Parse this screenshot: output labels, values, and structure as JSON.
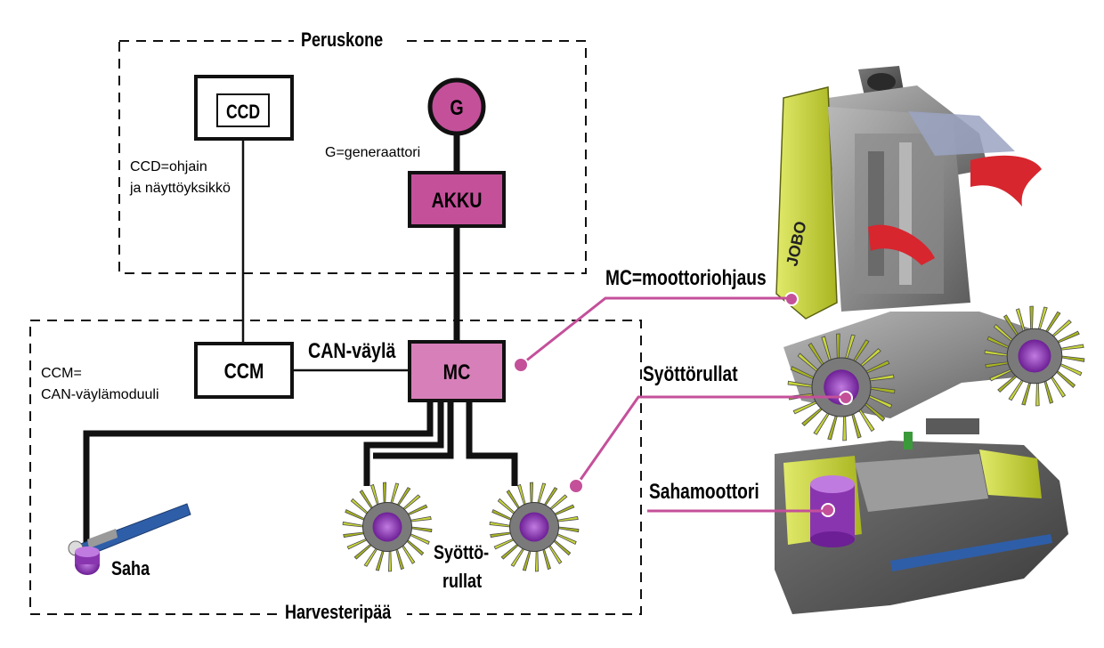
{
  "diagram": {
    "base_machine_label": "Peruskone",
    "harvester_head_label": "Harvesteripää",
    "nodes": {
      "ccd_inner": "CCD",
      "g": "G",
      "akku": "AKKU",
      "ccm": "CCM",
      "mc": "MC"
    },
    "descriptions": {
      "ccd_line1": "CCD=ohjain",
      "ccd_line2": "ja näyttöyksikkö",
      "g": "G=generaattori",
      "ccm_line1": "CCM=",
      "ccm_line2": "CAN-väylämoduuli"
    },
    "bus_label": "CAN-väylä",
    "components": {
      "saw": "Saha",
      "feed_rollers_line1": "Syöttö-",
      "feed_rollers_line2": "rullat"
    },
    "callouts": {
      "mc": "MC=moottoriohjaus",
      "feed_rollers": "Syöttörullat",
      "saw_motor": "Sahamoottori"
    },
    "colors": {
      "magenta": "#c4509a",
      "pink_fill": "#d77fb9",
      "lime": "#c9d63a",
      "purple": "#9b3fbf"
    }
  }
}
